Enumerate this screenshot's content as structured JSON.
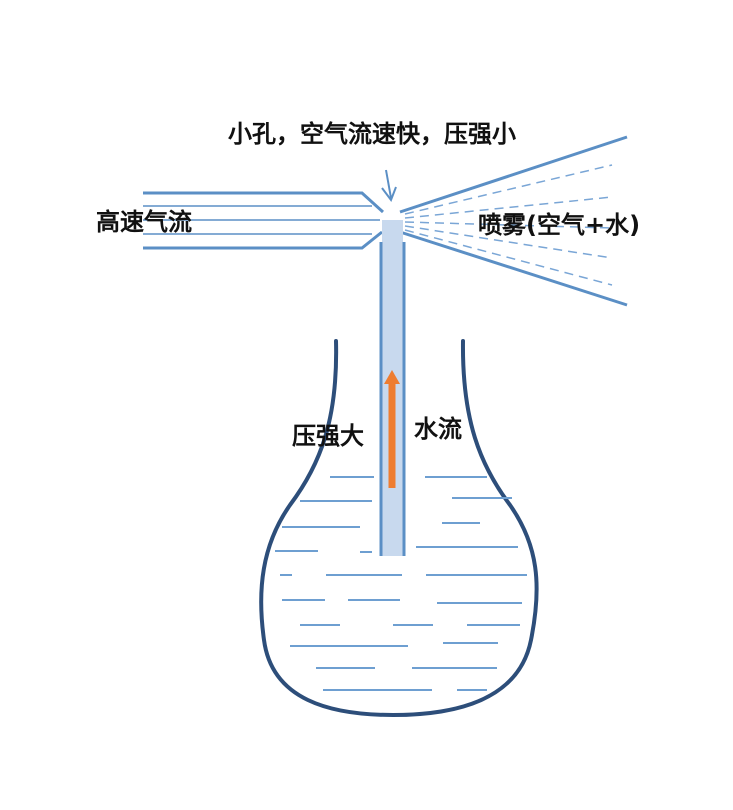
{
  "labels": {
    "top_hole": "小孔，空气流速快，压强小",
    "high_speed_air": "高速气流",
    "spray": "喷雾(空气+水)",
    "pressure_high": "压强大",
    "water_flow": "水流"
  },
  "colors": {
    "outline": "#2d4e7a",
    "pipe": "#5b8fc5",
    "tube_fill": "#c8d9ee",
    "dash": "#7aa6d6",
    "arrow": "#ee7d31",
    "water_line": "#6e9fd1",
    "text": "#111111"
  }
}
